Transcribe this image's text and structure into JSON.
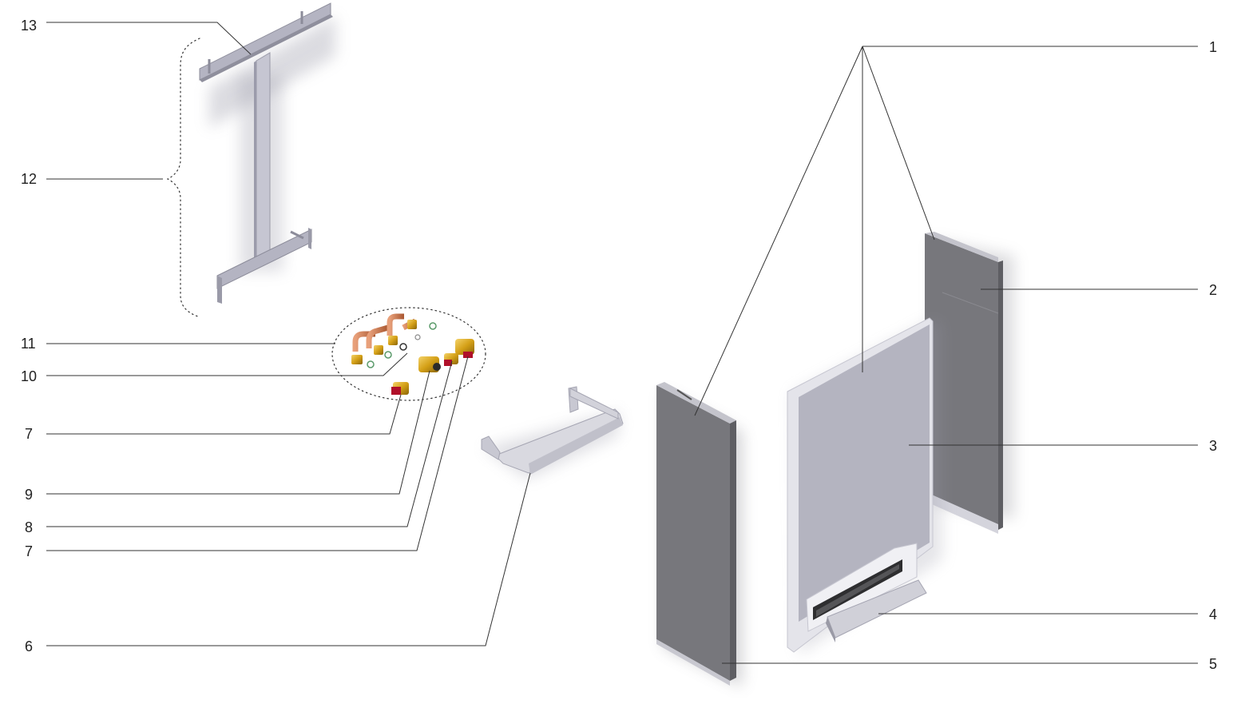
{
  "callouts": {
    "c1": "1",
    "c2": "2",
    "c3": "3",
    "c4": "4",
    "c5": "5",
    "c6": "6",
    "c7a": "7",
    "c7b": "7",
    "c8": "8",
    "c9": "9",
    "c10": "10",
    "c11": "11",
    "c12": "12",
    "c13": "13"
  },
  "colors": {
    "panel_dark": "#77777c",
    "panel_dark_side": "#5e5e63",
    "panel_light": "#b4b4c0",
    "panel_frame": "#e2e2e8",
    "bracket": "#a9a9b6",
    "brass": "#d4a017",
    "copper": "#c9744a",
    "red_handle": "#b0102a"
  }
}
